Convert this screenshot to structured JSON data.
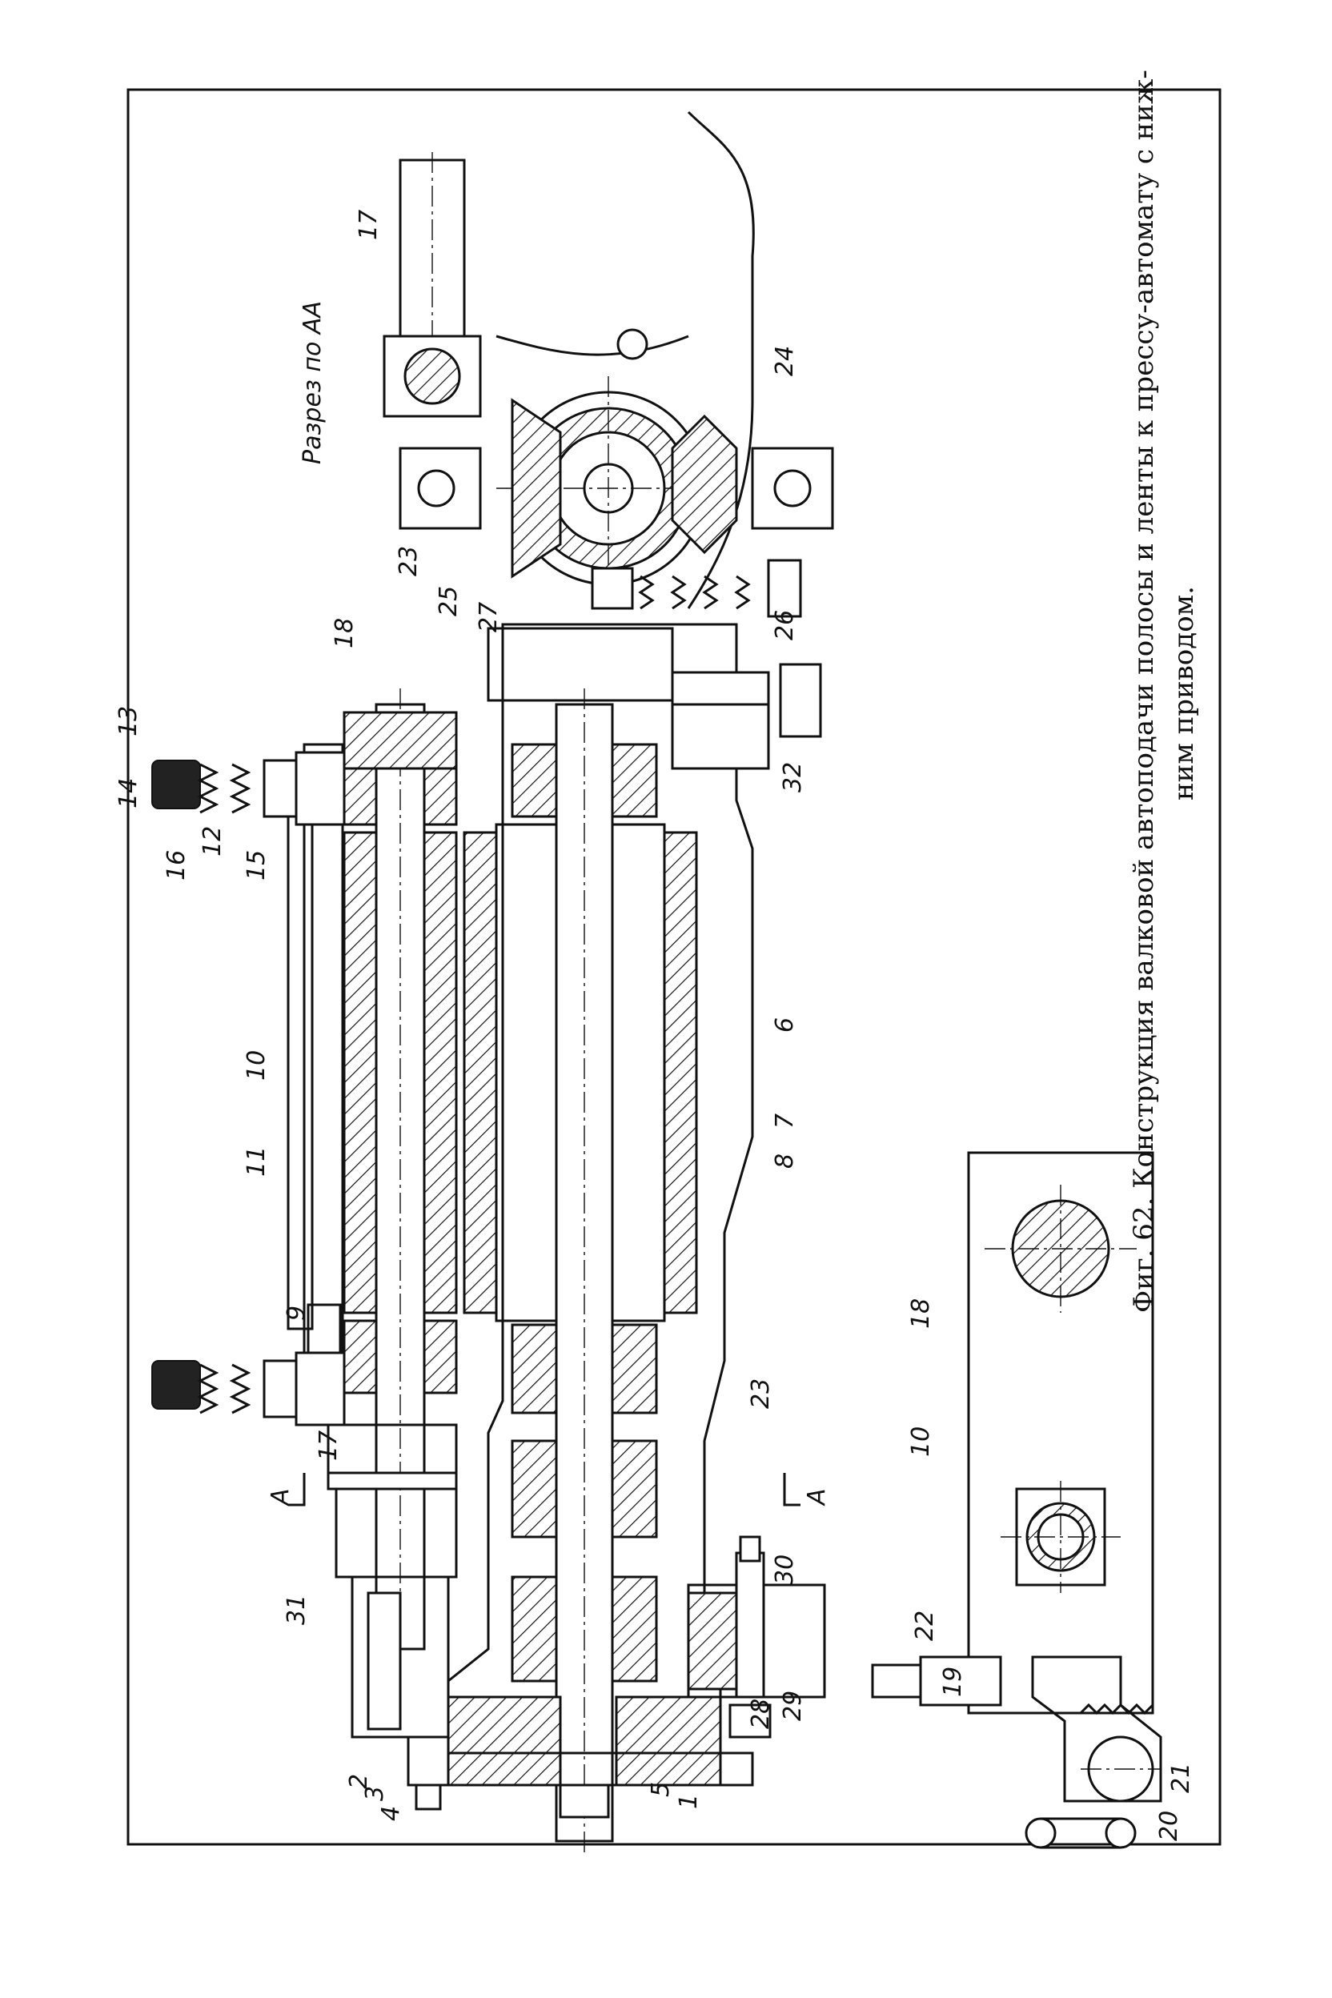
{
  "caption": {
    "line1": "Фиг. 62. Конструкция валковой автоподачи полосы и ленты к прессу-автомату с ниж-",
    "line2": "ним приводом."
  },
  "section_title": "Разрез по АА",
  "section_marks": [
    "А",
    "А"
  ],
  "part_labels": [
    "1",
    "2",
    "3",
    "4",
    "5",
    "6",
    "7",
    "8",
    "9",
    "10",
    "11",
    "12",
    "13",
    "14",
    "15",
    "16",
    "17",
    "18",
    "23",
    "28",
    "29",
    "30",
    "31",
    "32"
  ],
  "section_labels": [
    "17",
    "23",
    "24",
    "25",
    "26",
    "27"
  ],
  "detail_labels": [
    "10",
    "18",
    "19",
    "20",
    "21",
    "22"
  ]
}
